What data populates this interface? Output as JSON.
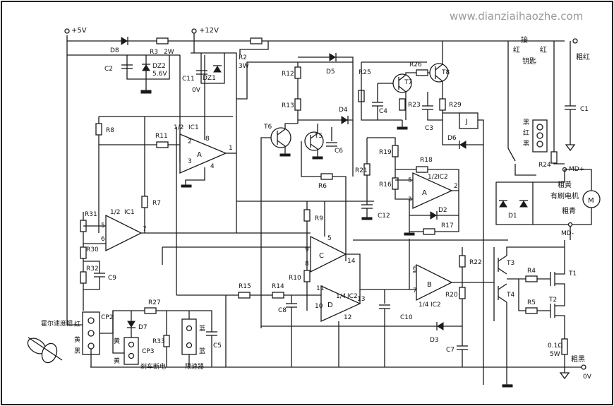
{
  "watermark": "www.dianziaihaozhe.com",
  "supply": {
    "p5v": "+5V",
    "p12v": "+12V",
    "zero_v_a": "0V",
    "zero_v_b": "0V"
  },
  "power_parts": {
    "d8": "D8",
    "r3": "R3",
    "r3_rating": "2W",
    "c2": "C2",
    "dz2": "DZ2",
    "dz2_rating": "5.6V",
    "r2": "R2",
    "r2_rating": "3W",
    "c11": "C11",
    "dz1": "DZ1"
  },
  "ic1": {
    "label_a": "1/2",
    "name_a": "IC1",
    "unit_a": "A",
    "pin_a2": "2",
    "pin_a3": "3",
    "pin_a8": "8",
    "pin_a1": "1",
    "pin_a4": "4",
    "label_b": "1/2",
    "name_b": "IC1",
    "pin_b5": "5",
    "pin_b6": "6",
    "pin_b7": "7"
  },
  "resistors": {
    "r8": "R8",
    "r11": "R11",
    "r7": "R7",
    "r31": "R31",
    "r30": "R30",
    "r32": "R32",
    "r12": "R12",
    "r13": "R13",
    "r6": "R6",
    "r9": "R9",
    "r10": "R10",
    "r15": "R15",
    "r14": "R14",
    "r25": "R25",
    "r26": "R26",
    "r23": "R23",
    "r29": "R29",
    "r19": "R19",
    "r21": "R21",
    "r16": "R16",
    "r18": "R18",
    "r17": "R17",
    "r22": "R22",
    "r20": "R20",
    "r24": "R24",
    "r4": "R4",
    "r5": "R5",
    "r27": "R27",
    "r33": "R33"
  },
  "capacitors": {
    "c9": "C9",
    "c6": "C6",
    "c4": "C4",
    "c3": "C3",
    "c12": "C12",
    "c8": "C8",
    "c10": "C10",
    "c7": "C7",
    "c5": "C5",
    "c1": "C1"
  },
  "diodes": {
    "d5": "D5",
    "d4": "D4",
    "d6": "D6",
    "d2": "D2",
    "d3": "D3",
    "d7": "D7",
    "d1": "D1"
  },
  "transistors": {
    "t6": "T6",
    "t5": "T5",
    "t7": "T7",
    "t8": "T8",
    "t3": "T3",
    "t4": "T4",
    "t1": "T1",
    "t2": "T2"
  },
  "ic2": {
    "a_label": "1/2",
    "a_name": "IC2",
    "a_unit": "A",
    "a_pin5": "5",
    "a_pin3": "3",
    "a_pin2": "2",
    "c_unit": "C",
    "c_pin5": "5",
    "c_pin9": "9",
    "c_pin8": "8",
    "c_pin14": "14",
    "d_unit": "D",
    "d_label": "1/4",
    "d_name": "IC2",
    "d_pin11": "11",
    "d_pin10": "10",
    "d_pin13": "13",
    "d_pin12": "12",
    "b_unit": "B",
    "b_label": "1/4",
    "b_name": "IC2",
    "b_pin6": "6",
    "b_pin7": "7"
  },
  "relay": {
    "label": "J"
  },
  "shunt": {
    "value": "0.1Ω",
    "rating": "5W"
  },
  "motor": {
    "symbol": "M",
    "label": "有刷电机",
    "md_plus": "MD+",
    "md_minus": "MD-",
    "wire_top": "粗黄",
    "wire_bottom": "粗青"
  },
  "battery": {
    "thick_red": "粗红",
    "thick_black": "粗黑",
    "zero_v": "0V"
  },
  "key_switch": {
    "jie": "接",
    "hong_l": "红",
    "hong_r": "红",
    "yaoshi": "钥匙"
  },
  "connector_right": {
    "black1": "黑",
    "red": "红",
    "black2": "黑"
  },
  "throttle": {
    "name": "霍尔速度把",
    "cp2": "CP2",
    "wire_red": "红",
    "wire_yellow": "黄",
    "wire_black": "黑"
  },
  "brake": {
    "cp3": "CP3",
    "yellow1": "黄",
    "yellow2": "黄",
    "label": "刹车断电"
  },
  "speed_limit": {
    "blue1": "蓝",
    "blue2": "蓝",
    "label": "限速器"
  }
}
